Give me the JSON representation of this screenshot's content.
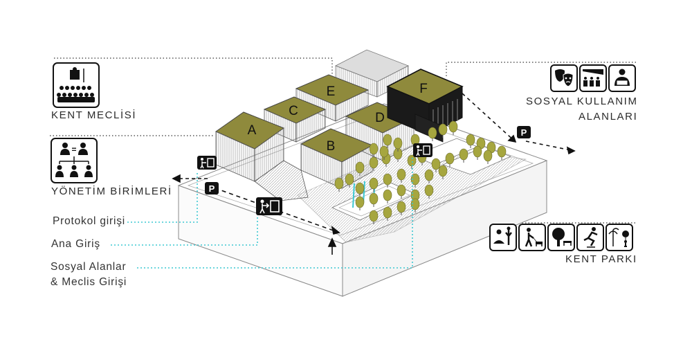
{
  "blocks": [
    "A",
    "B",
    "C",
    "D",
    "E",
    "F"
  ],
  "labels": {
    "kent_meclisi": "KENT MECLİSİ",
    "yonetim": "YÖNETİM BİRİMLERİ",
    "sosyal_line1": "SOSYAL KULLANIM",
    "sosyal_line2": "ALANLARI",
    "kent_parki": "KENT PARKI"
  },
  "entrances": {
    "protokol": "Protokol girişi",
    "ana": "Ana Giriş",
    "sosyal_line1": "Sosyal Alanlar",
    "sosyal_line2": "& Meclis Girişi"
  },
  "parking_label": "P",
  "equals_sign": "=",
  "icons": {
    "kent_meclisi": "council-assembly-icon",
    "yonetim": "management-hierarchy-icon",
    "sosyal": [
      "theatre-masks-icon",
      "cinema-seating-icon",
      "reading-person-icon"
    ],
    "park": [
      "meditation-person-icon",
      "dog-walking-icon",
      "tree-bench-icon",
      "skating-person-icon",
      "fountain-child-icon"
    ],
    "entrance": "entrance-door-icon",
    "parking": "parking-icon"
  },
  "colors": {
    "roof_green": "#8f8a3c",
    "tree_green": "#a6a63f",
    "dark_block": "#1a1a1a",
    "cyan_leader": "#3cc8d2",
    "leader_gray": "#555555"
  }
}
